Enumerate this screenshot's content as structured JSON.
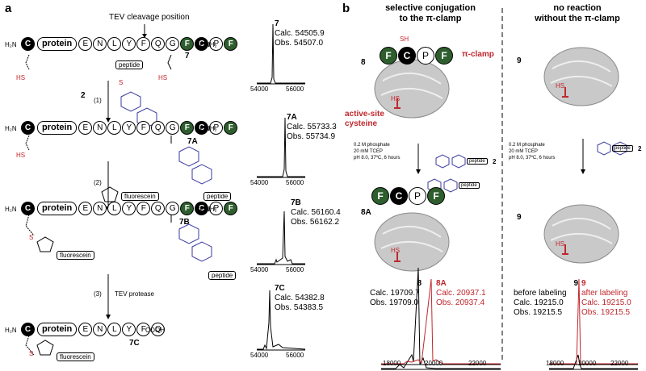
{
  "panel_a": {
    "letter": "a",
    "tev_label": "TEV cleavage position",
    "residues_full": [
      "E",
      "N",
      "L",
      "Y",
      "F",
      "Q",
      "G",
      "F",
      "C",
      "P",
      "F"
    ],
    "residues_7c": [
      "E",
      "N",
      "L",
      "Y",
      "F",
      "Q"
    ],
    "protein_label": "protein",
    "h2n": "H₂N",
    "conh2": "CONH₂",
    "cooh": "COOH",
    "hs": "HS",
    "s": "S",
    "f": "F",
    "peptide_label": "peptide",
    "fluorescein_label": "fluorescein",
    "compounds": {
      "c7": "7",
      "c2": "2",
      "c7a": "7A",
      "c7b": "7B",
      "c7c": "7C"
    },
    "steps": {
      "s1": "(1)",
      "s2": "(2)",
      "s3": "(3)",
      "s3_label": "TEV protease"
    },
    "ms": [
      {
        "compound": "7",
        "calc": "Calc.  54505.9",
        "obs": "Obs.  54507.0"
      },
      {
        "compound": "7A",
        "calc": "Calc.  55733.3",
        "obs": "Obs.  55734.9"
      },
      {
        "compound": "7B",
        "calc": "Calc.  56160.4",
        "obs": "Obs.  56162.2"
      },
      {
        "compound": "7C",
        "calc": "Calc.  54382.8",
        "obs": "Obs.  54383.5"
      }
    ],
    "ms_ticks": [
      "54000",
      "56000"
    ]
  },
  "panel_b": {
    "letter": "b",
    "left_heading_1": "selective conjugation",
    "left_heading_2": "to the π-clamp",
    "right_heading_1": "no reaction",
    "right_heading_2": "without the π-clamp",
    "pi_clamp_label": "π-clamp",
    "active_site_1": "active-site",
    "active_site_2": "cysteine",
    "clamp_residues": [
      "F",
      "C",
      "P",
      "F"
    ],
    "sh": "SH",
    "hs": "HS",
    "s": "S",
    "peptide_label": "peptide",
    "compounds": {
      "c8": "8",
      "c9": "9",
      "c8a": "8A",
      "c9b": "9",
      "c2": "2"
    },
    "conditions": [
      "0.2 M phosphate",
      "20 mM TCEP",
      "pH 8.0, 37ºC, 6 hours"
    ],
    "ms_left": {
      "c8": "8",
      "c8_calc": "Calc. 19709.7",
      "c8_obs": "Obs.  19709.0",
      "c8a": "8A",
      "c8a_calc": "Calc. 20937.1",
      "c8a_obs": "Obs.  20937.4"
    },
    "ms_right": {
      "c9": "9",
      "before": "before labeling",
      "calc": "Calc. 19215.0",
      "obs": "Obs.  19215.5",
      "c9r": "9",
      "after": "after labeling",
      "calc_r": "Calc. 19215.0",
      "obs_r": "Obs.  19215.5"
    },
    "ms_ticks_left": [
      "18000",
      "20000",
      "22000"
    ],
    "ms_ticks_right": [
      "18000",
      "20000",
      "22000"
    ],
    "colors": {
      "red": "#c0272d",
      "green": "#2e5e2e",
      "black": "#000000"
    }
  }
}
